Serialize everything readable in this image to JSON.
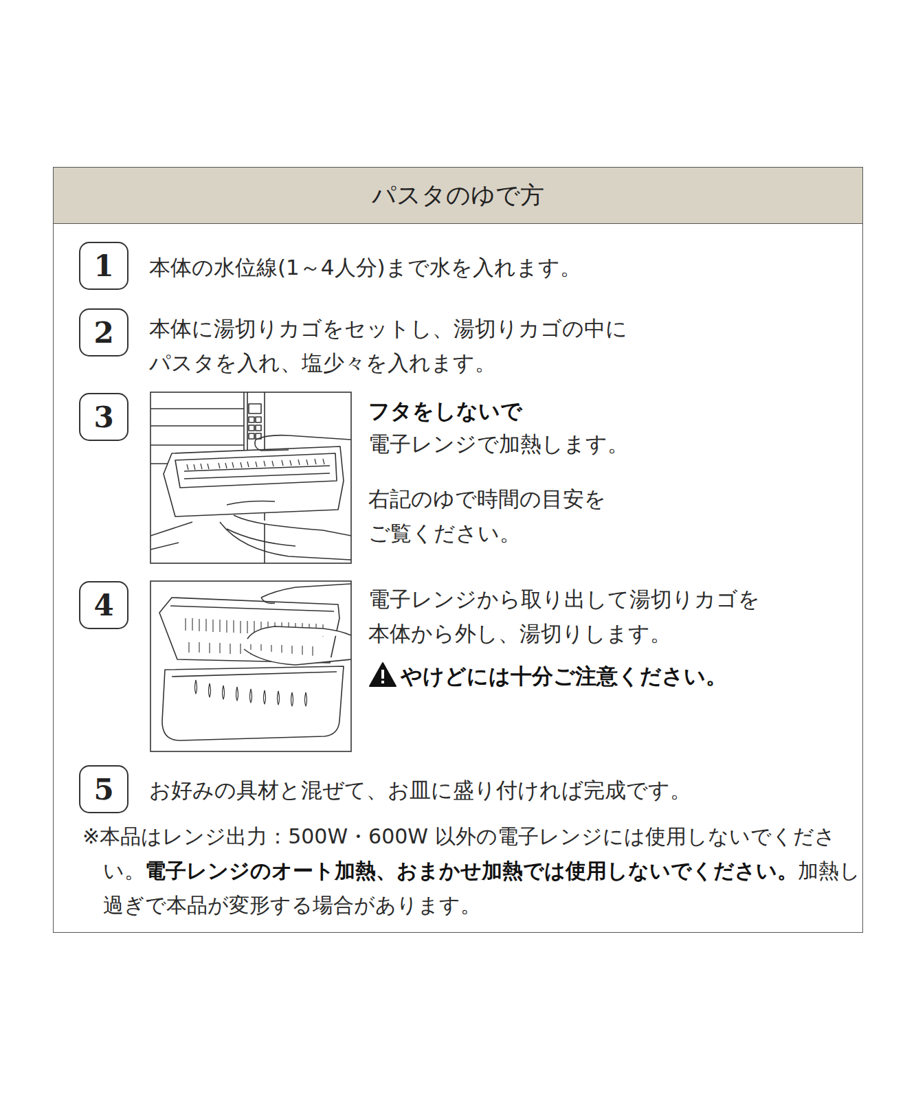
{
  "diagram": {
    "title": "パスタのゆで方",
    "nodes": [
      {
        "text": [
          "1"
        ]
      },
      {
        "text": [
          "2"
        ]
      },
      {
        "text": [
          "3"
        ]
      },
      {
        "text": [
          "4"
        ]
      },
      {
        "text": [
          "5"
        ]
      }
    ],
    "labels": [
      "本体の水位線(1～4人分)まで水を入れます。",
      "本体に湯切りカゴをセットし、湯切りカゴの中に パスタを入れ、塩少々を入れます。",
      "フタをしないで",
      "電子レンジで加熱します。",
      "右記のゆで時間の目安を ご覧ください。",
      "電子レンジから取り出して湯切りカゴを 本体から外し、湯切りします。",
      "やけどには十分ご注意ください。",
      "お好みの具材と混ぜて、お皿に盛り付ければ完成です。",
      "※本品はレンジ出力：500W・600W 以外の電子レンジには使用しないでください。",
      "電子レンジのオート加熱、おまかせ加熱では使用しないでください。",
      "加熱し過ぎで本品が変形する場合があります。"
    ]
  }
}
